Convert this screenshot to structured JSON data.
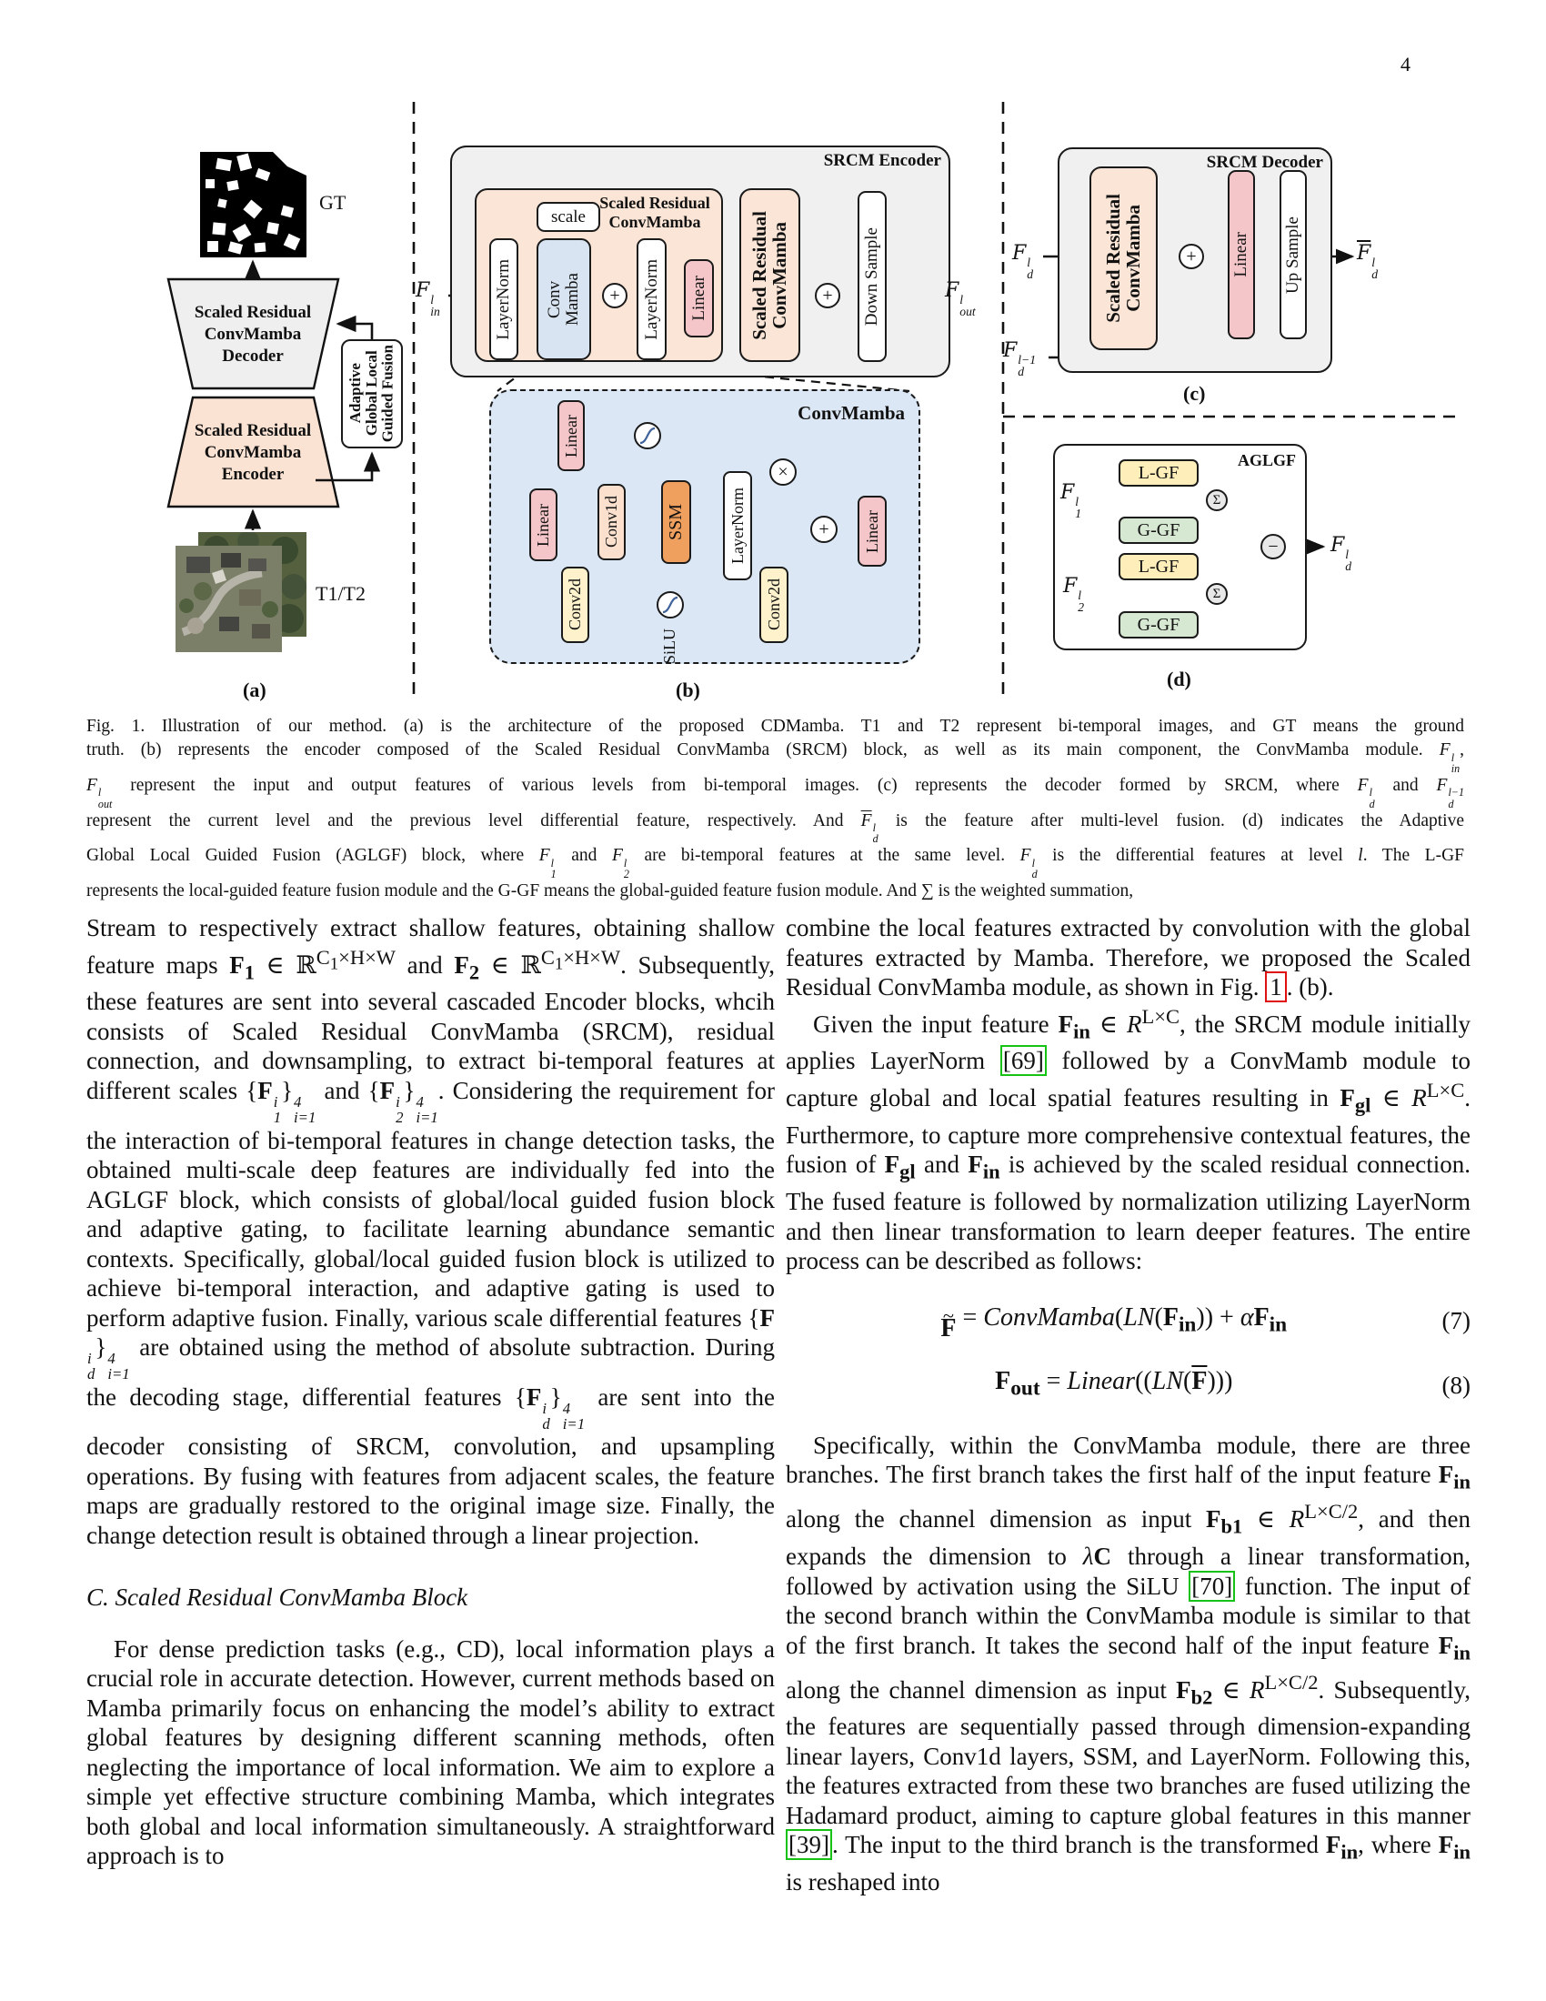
{
  "page": {
    "number": "4"
  },
  "figure": {
    "ops": {
      "plus": "+",
      "times": "×",
      "sum": "Σ",
      "minus": "−"
    },
    "panel_a": {
      "tag": "(a)",
      "gt_label": "GT",
      "t1t2_label": "T1/T2",
      "decoder_label": "Scaled Residual\nConvMamba\nDecoder",
      "encoder_label": "Scaled Residual\nConvMamba\nEncoder",
      "aglgf_label": "Adaptive\nGlobal Local\nGuided Fusion"
    },
    "panel_b": {
      "tag": "(b)",
      "outer_title": "SRCM Encoder",
      "srcm_inner_title": "Scaled Residual\nConvMamba",
      "scale": "scale",
      "layernorm1": "LayerNorm",
      "conv_mamba": "Conv\nMamba",
      "layernorm2": "LayerNorm",
      "linear": "Linear",
      "srcm_block": "Scaled Residual\nConvMamba",
      "down_sample": "Down Sample",
      "f_in_html": "<i>F</i><span class='st'><span>l</span><span>in</span></span>",
      "f_out_html": "<i>F</i><span class='st'><span>l</span><span>out</span></span>",
      "convmamba": {
        "title": "ConvMamba",
        "linear_top": "Linear",
        "linear_mid": "Linear",
        "conv1d": "Conv1d",
        "ssm": "SSM",
        "layernorm": "LayerNorm",
        "conv2d_1": "Conv2d",
        "conv2d_2": "Conv2d",
        "silu": "SiLU",
        "linear_out": "Linear"
      }
    },
    "panel_c": {
      "tag": "(c)",
      "title": "SRCM Decoder",
      "srcm_block": "Scaled Residual\nConvMamba",
      "linear": "Linear",
      "up_sample": "Up Sample",
      "f_d_html": "<i>F</i><span class='st'><span>l</span><span>d</span></span>",
      "f_d_prev_html": "<i>F</i><span class='st'><span>l−1</span><span>d</span></span>",
      "f_d_bar_html": "<span class='ovl'><i>F</i></span><span class='st'><span>l</span><span>d</span></span>"
    },
    "panel_d": {
      "tag": "(d)",
      "title": "AGLGF",
      "lgf1": "L-GF",
      "ggf1": "G-GF",
      "lgf2": "L-GF",
      "ggf2": "G-GF",
      "f1_html": "<i>F</i><span class='st'><span>l</span><span>1</span></span>",
      "f2_html": "<i>F</i><span class='st'><span>l</span><span>2</span></span>",
      "f_d_html": "<i>F</i><span class='st'><span>l</span><span>d</span></span>"
    }
  },
  "caption": {
    "lines": [
      "Fig. 1.   Illustration of our method. (a) is the architecture of the proposed CDMamba. T1 and T2 represent bi-temporal images, and GT means the ground",
      "truth. (b) represents the encoder composed of the Scaled Residual ConvMamba (SRCM) block, as well as its main component, the ConvMamba module. <i>F</i><span class='st'><span>l</span><span>in</span></span>,",
      "<i>F</i><span class='st'><span>l</span><span>out</span></span> represent the input and output features of various levels from bi-temporal images. (c) represents the decoder formed by SRCM, where <i>F</i><span class='st'><span>l</span><span>d</span></span> and <i>F</i><span class='st'><span>l−1</span><span>d</span></span>",
      "represent the current level and the previous level differential feature, respectively. And <span class='ovl'><i>F</i></span><span class='st'><span>l</span><span>d</span></span> is the feature after multi-level fusion. (d) indicates the Adaptive",
      "Global Local Guided Fusion (AGLGF) block, where <i>F</i><span class='st'><span>l</span><span>1</span></span> and <i>F</i><span class='st'><span>l</span><span>2</span></span> are bi-temporal features at the same level. <i>F</i><span class='st'><span>l</span><span>d</span></span> is the differential features at level <i>l</i>. The L-GF",
      "represents the local-guided feature fusion module and the G-GF means the global-guided feature fusion module. And ∑ is the weighted summation,"
    ]
  },
  "columns": {
    "left": {
      "p1_html": "Stream to respectively extract shallow features, obtaining shallow feature maps <b>F<sub>1</sub></b> ∈ ℝ<sup>C<sub>1</sub>×H×W</sup> and <b>F<sub>2</sub></b> ∈ ℝ<sup>C<sub>1</sub>×H×W</sup>. Subsequently, these features are sent into several cascaded Encoder blocks, whcih consists of Scaled Residual ConvMamba (SRCM), residual connection, and downsampling, to extract bi-temporal features at different scales {<b>F</b><span class='st'><span>i</span><span>1</span></span>}<span class='st'><span>4</span><span>i=1</span></span> and {<b>F</b><span class='st'><span>i</span><span>2</span></span>}<span class='st'><span>4</span><span>i=1</span></span>. Considering the requirement for the interaction of bi-temporal features in change detection tasks, the obtained multi-scale deep features are individually fed into the AGLGF block, which consists of global/local guided fusion block and adaptive gating, to facilitate learning abundance semantic contexts. Specifically, global/local guided fusion block is utilized to achieve bi-temporal interaction, and adaptive gating is used to perform adaptive fusion. Finally, various scale differential features {<b>F</b><span class='st'><span>i</span><span>d</span></span>}<span class='st'><span>4</span><span>i=1</span></span> are obtained using the method of absolute subtraction. During the decoding stage, differential features {<b>F</b><span class='st'><span>i</span><span>d</span></span>}<span class='st'><span>4</span><span>i=1</span></span> are sent into the decoder consisting of SRCM, convolution, and upsampling operations. By fusing with features from adjacent scales, the feature maps are gradually restored to the original image size. Finally, the change detection result is obtained through a linear projection.",
      "heading": "C. Scaled Residual ConvMamba Block",
      "p2_html": "For dense prediction tasks (e.g., CD), local information plays a crucial role in accurate detection. However, current methods based on Mamba primarily focus on enhancing the model’s ability to extract global features by designing different scanning methods, often neglecting the importance of local information. We aim to explore a simple yet effective structure combining Mamba, which integrates both global and local information simultaneously. A straightforward approach is to"
    },
    "right": {
      "p1_html": "combine the local features extracted by convolution with the global features extracted by Mamba. Therefore, we proposed the Scaled Residual ConvMamba module, as shown in Fig. <span class='refr'>1</span>. (b).",
      "p2_html": "Given the input feature <b>F<sub>in</sub></b> ∈ <i>R</i><sup>L×C</sup>, the SRCM module initially applies LayerNorm <span class='refg'>[69]</span> followed by a ConvMamb module to capture global and local spatial features resulting in <b>F<sub>gl</sub></b> ∈ <i>R</i><sup>L×C</sup>. Furthermore, to capture more comprehensive contextual features, the fusion of <b>F<sub>gl</sub></b> and <b>F<sub>in</sub></b> is achieved by the scaled residual connection. The fused feature is followed by normalization utilizing LayerNorm and then linear transformation to learn deeper features. The entire process can be described as follows:",
      "eq7_html": "<span class='tld'><span>~</span><b>F</b></span> = <i>ConvMamba</i>(<i>LN</i>(<b>F<sub>in</sub></b>)) + <i>α</i><b>F<sub>in</sub></b>",
      "eq7_num": "(7)",
      "eq8_html": "<b>F<sub>out</sub></b> = <i>Linear</i>((<i>LN</i>(<span class='ovl'><b>F</b></span>)))",
      "eq8_num": "(8)",
      "p3_html": "Specifically, within the ConvMamba module, there are three branches. The first branch takes the first half of the input feature <b>F<sub>in</sub></b> along the channel dimension as input <b>F<sub>b1</sub></b> ∈ <i>R</i><sup>L×C/2</sup>, and then expands the dimension to <i>λ</i><b>C</b> through a linear transformation, followed by activation using the SiLU <span class='refg'>[70]</span> function. The input of the second branch within the ConvMamba module is similar to that of the first branch. It takes the second half of the input feature <b>F<sub>in</sub></b> along the channel dimension as input <b>F<sub>b2</sub></b> ∈ <i>R</i><sup>L×C/2</sup>. Subsequently, the features are sequentially passed through dimension-expanding linear layers, Conv1d layers, SSM, and LayerNorm. Following this, the features extracted from these two branches are fused utilizing the Hadamard product, aiming to capture global features in this manner <span class='refg'>[39]</span>. The input to the third branch is the transformed <b>F<sub>in</sub></b>, where <b>F<sub>in</sub></b> is reshaped into"
    }
  }
}
